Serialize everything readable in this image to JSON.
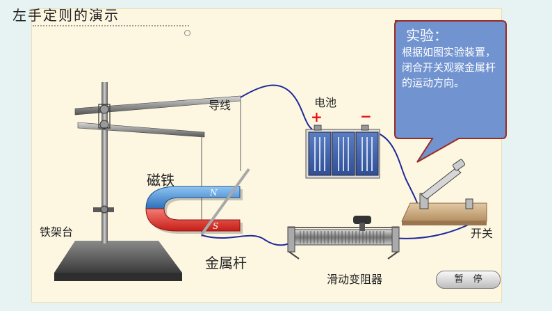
{
  "title": "左手定则的演示",
  "callout": {
    "heading": "实验：",
    "body": "根据如图实验装置，闭合开关观察金属杆的运动方向。"
  },
  "labels": {
    "wire": "导线",
    "battery": "电池",
    "plus": "+",
    "minus": "−",
    "magnet": "磁铁",
    "north": "N",
    "south": "S",
    "stand": "铁架台",
    "rod": "金属杆",
    "rheostat": "滑动变阻器",
    "switch": "开关"
  },
  "controls": {
    "pause_label": "暂停"
  },
  "colors": {
    "callout_fill": "#7193d0",
    "callout_border": "#9b2a22",
    "wire": "#1f2a9a",
    "north_pole": "#3e8ede",
    "south_pole": "#e3302c",
    "plus_sign": "#e81010",
    "minus_sign": "#e81010"
  }
}
